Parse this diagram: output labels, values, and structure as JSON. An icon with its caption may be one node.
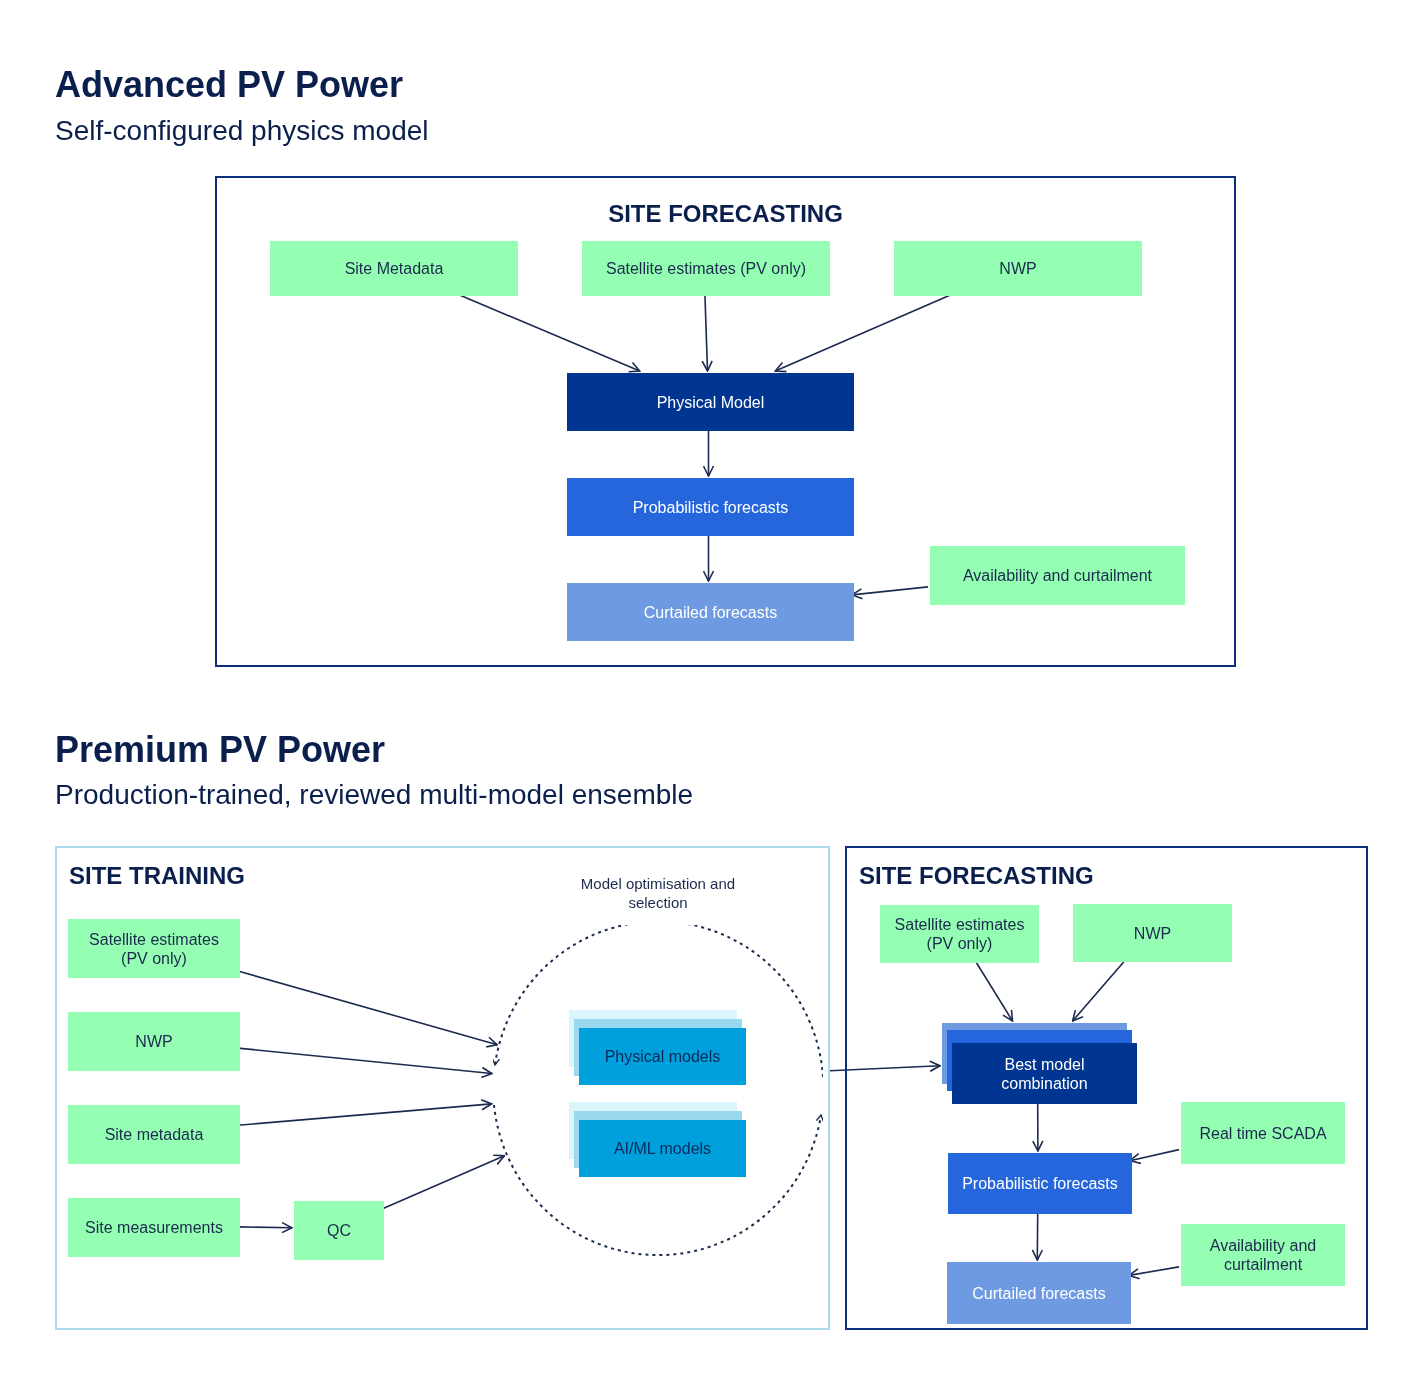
{
  "diagram": {
    "nodes": [
      {
        "text": [
          "SITE FORECASTING"
        ]
      },
      {
        "text": [
          "Site Metadata"
        ],
        "in": 0
      },
      {
        "text": [
          "Satellite estimates (PV only)"
        ],
        "in": 0
      },
      {
        "text": [
          "NWP"
        ],
        "in": 0
      },
      {
        "text": [
          "Physical Model"
        ],
        "in": 0
      },
      {
        "text": [
          "Probabilistic forecasts"
        ],
        "in": 0
      },
      {
        "text": [
          "Curtailed forecasts"
        ],
        "in": 0
      },
      {
        "text": [
          "Availability and curtailment"
        ],
        "in": 0
      },
      {
        "text": [
          "SITE TRAINING"
        ]
      },
      {
        "text": [
          "Satellite estimates (PV only)"
        ],
        "in": 8
      },
      {
        "text": [
          "NWP"
        ],
        "in": 8
      },
      {
        "text": [
          "Site metadata"
        ],
        "in": 8
      },
      {
        "text": [
          "Site measurements"
        ],
        "in": 8
      },
      {
        "text": [
          "QC"
        ],
        "in": 8
      },
      {
        "text": [
          "Model optimisation and selection"
        ],
        "in": 8
      },
      {
        "text": [
          "Physical models"
        ],
        "in": 14
      },
      {
        "text": [
          "AI/ML models"
        ],
        "in": 14
      },
      {
        "text": [
          "SITE FORECASTING"
        ]
      },
      {
        "text": [
          "Satellite estimates (PV only)"
        ],
        "in": 17
      },
      {
        "text": [
          "NWP"
        ],
        "in": 17
      },
      {
        "text": [
          "Best model combination"
        ],
        "in": 17
      },
      {
        "text": [
          "Probabilistic forecasts"
        ],
        "in": 17
      },
      {
        "text": [
          "Curtailed forecasts"
        ],
        "in": 17
      },
      {
        "text": [
          "Real time SCADA"
        ],
        "in": 17
      },
      {
        "text": [
          "Availability and curtailment"
        ],
        "in": 17
      }
    ],
    "edges": [
      {
        "from": 1,
        "to": 4,
        "arrow": "to"
      },
      {
        "from": 2,
        "to": 4,
        "arrow": "to"
      },
      {
        "from": 3,
        "to": 4,
        "arrow": "to"
      },
      {
        "from": 4,
        "to": 5,
        "arrow": "to"
      },
      {
        "from": 5,
        "to": 6,
        "arrow": "to"
      },
      {
        "from": 7,
        "to": 6,
        "arrow": "to"
      },
      {
        "from": 9,
        "to": 14,
        "arrow": "to"
      },
      {
        "from": 10,
        "to": 14,
        "arrow": "to"
      },
      {
        "from": 11,
        "to": 14,
        "arrow": "to"
      },
      {
        "from": 12,
        "to": 13,
        "arrow": "to"
      },
      {
        "from": 13,
        "to": 14,
        "arrow": "to"
      },
      {
        "from": 8,
        "to": 20,
        "arrow": "to"
      },
      {
        "from": 18,
        "to": 20,
        "arrow": "to"
      },
      {
        "from": 19,
        "to": 20,
        "arrow": "to"
      },
      {
        "from": 20,
        "to": 21,
        "arrow": "to"
      },
      {
        "from": 21,
        "to": 22,
        "arrow": "to"
      },
      {
        "from": 23,
        "to": 21,
        "arrow": "to"
      },
      {
        "from": 24,
        "to": 22,
        "arrow": "to"
      }
    ],
    "labels": [
      "Advanced PV Power",
      "Self-configured physics model",
      "Premium PV Power",
      "Production-trained, reviewed multi-model ensemble"
    ]
  }
}
